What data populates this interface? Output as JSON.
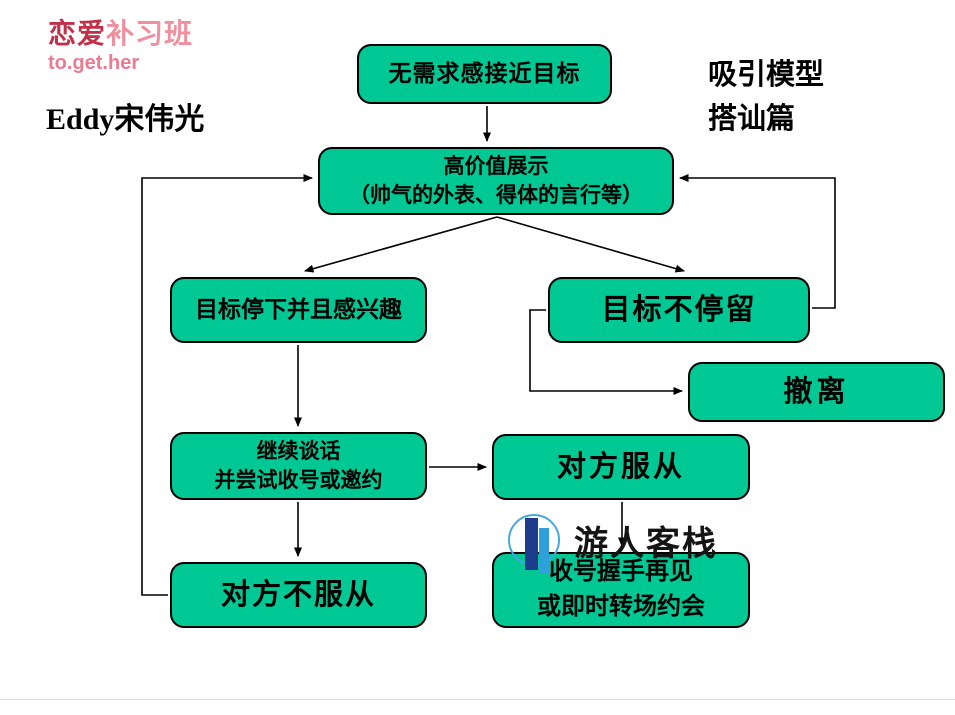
{
  "brand": {
    "logo_part1": "恋爱",
    "logo_part2": "补习班",
    "logo_sub": "to.get.her"
  },
  "author": "Eddy宋伟光",
  "page_title": {
    "line1": "吸引模型",
    "line2": "搭讪篇"
  },
  "watermark": {
    "text": "游人客栈"
  },
  "colors": {
    "node_fill": "#00C894",
    "node_border": "#000000",
    "brand_red": "#C13049",
    "brand_pink": "#F0909E",
    "brand_pink_dark": "#E87C92",
    "watermark_ring": "#44A8E0",
    "watermark_bar_dark": "#1E3C8C",
    "watermark_bar_light": "#2FA0DC",
    "line_color": "#000000"
  },
  "nodes": {
    "approach": {
      "label": "无需求感接近目标"
    },
    "display": {
      "line1": "高价值展示",
      "line2": "（帅气的外表、得体的言行等）"
    },
    "stops": {
      "label": "目标停下并且感兴趣"
    },
    "not_stop": {
      "label": "目标不停留"
    },
    "retreat": {
      "label": "撤离"
    },
    "continue_talk": {
      "line1": "继续谈话",
      "line2": "并尝试收号或邀约"
    },
    "comply": {
      "label": "对方服从"
    },
    "not_comply": {
      "label": "对方不服从"
    },
    "close_deal": {
      "line1": "收号握手再见",
      "line2": "或即时转场约会"
    }
  }
}
